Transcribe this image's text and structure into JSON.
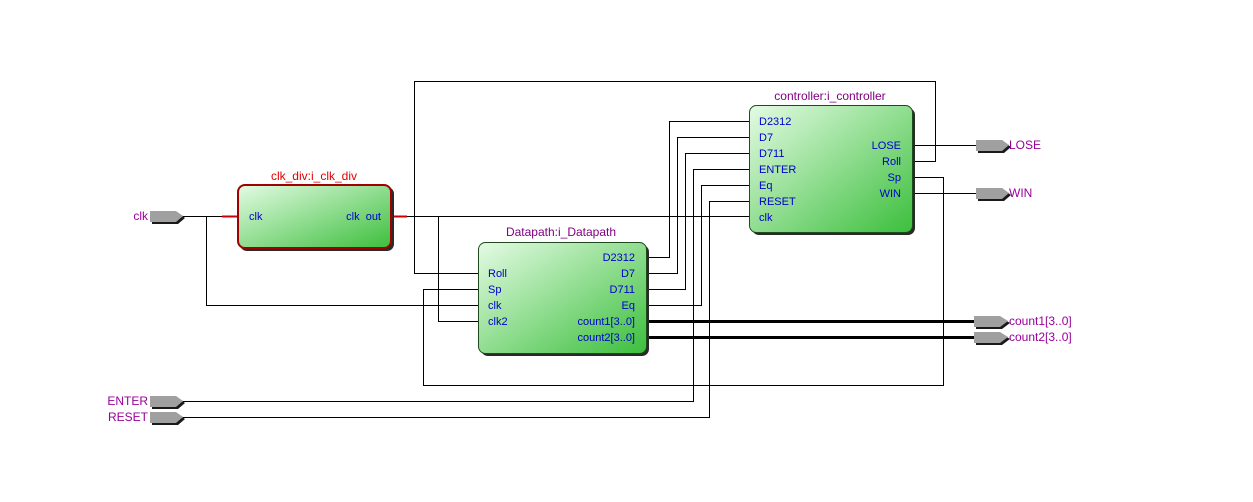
{
  "diagram": {
    "blocks": {
      "clk_div": {
        "title": "clk_div:i_clk_div",
        "inputs": [
          "clk"
        ],
        "outputs": [
          "clk  out"
        ]
      },
      "datapath": {
        "title": "Datapath:i_Datapath",
        "inputs": [
          "Roll",
          "Sp",
          "clk",
          "clk2"
        ],
        "outputs": [
          "D2312",
          "D7",
          "D711",
          "Eq",
          "count1[3..0]",
          "count2[3..0]"
        ]
      },
      "controller": {
        "title": "controller:i_controller",
        "inputs": [
          "D2312",
          "D7",
          "D711",
          "ENTER",
          "Eq",
          "RESET",
          "clk"
        ],
        "outputs": [
          "LOSE",
          "Roll",
          "Sp",
          "WIN"
        ]
      }
    },
    "input_pins": [
      "clk",
      "ENTER",
      "RESET"
    ],
    "output_pins": [
      "LOSE",
      "WIN",
      "count1[3..0]",
      "count2[3..0]"
    ]
  },
  "colors": {
    "block_gradient_start": "#e4fbe4",
    "block_gradient_end": "#3cbf3c",
    "block_border": "#1e4a1e",
    "clk_div_border": "#a00000",
    "title": "#800080",
    "title_red": "#e00000",
    "port_label": "#0000cc",
    "pin_name": "#990099",
    "pin_fill": "#a0a0a0",
    "stub_red": "#cc0000"
  }
}
